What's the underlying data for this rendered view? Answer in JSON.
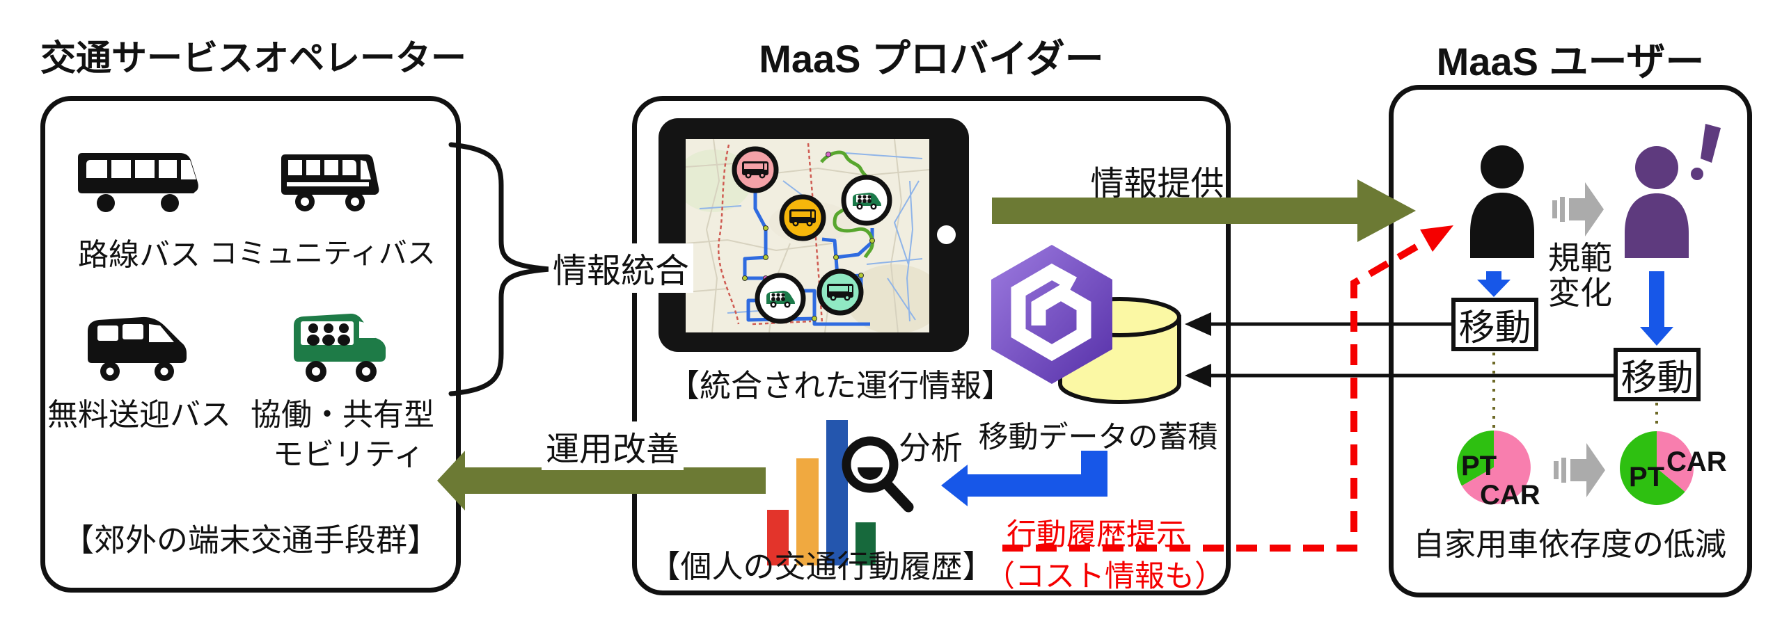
{
  "operator": {
    "title": "交通サービスオペレーター",
    "vehicle1": "路線バス",
    "vehicle2": "コミュニティバス",
    "vehicle3": "無料送迎バス",
    "vehicle4_line1": "協働・共有型",
    "vehicle4_line2": "モビリティ",
    "caption": "【郊外の端末交通手段群】"
  },
  "provider": {
    "title": "MaaS プロバイダー",
    "integration_label": "情報統合",
    "tablet_caption": "【統合された運行情報】",
    "provision_label": "情報提供",
    "improvement_label": "運用改善",
    "analysis_label": "分析",
    "accumulation_label": "移動データの蓄積",
    "history_caption": "【個人の交通行動履歴】",
    "history_present_label": "行動履歴提示",
    "history_present_note": "（コスト情報も）"
  },
  "user": {
    "title": "MaaS ユーザー",
    "norm_change_line1": "規範",
    "norm_change_line2": "変化",
    "move_label_1": "移動",
    "move_label_2": "移動",
    "caption": "自家用車依存度の低減",
    "pt_label": "PT",
    "car_label": "CAR",
    "pie_before": {
      "PT_pct": 33,
      "CAR_pct": 67
    },
    "pie_after": {
      "PT_pct": 64,
      "CAR_pct": 36
    }
  },
  "colors": {
    "olive_arrow": "#6C7A34",
    "blue_arrow": "#1757E8",
    "red_accent": "#F50000",
    "pie_pt_green": "#2EC011",
    "pie_car_pink": "#F87EAE",
    "person_black": "#111111",
    "person_purple": "#5E3A7E",
    "gray_arrow": "#ABABAB",
    "db_yellow": "#FBF8A4",
    "logo_purple": "#6A3FC0",
    "bar_colors": [
      "#E3342B",
      "#F0A940",
      "#2456AE",
      "#17693C"
    ]
  }
}
